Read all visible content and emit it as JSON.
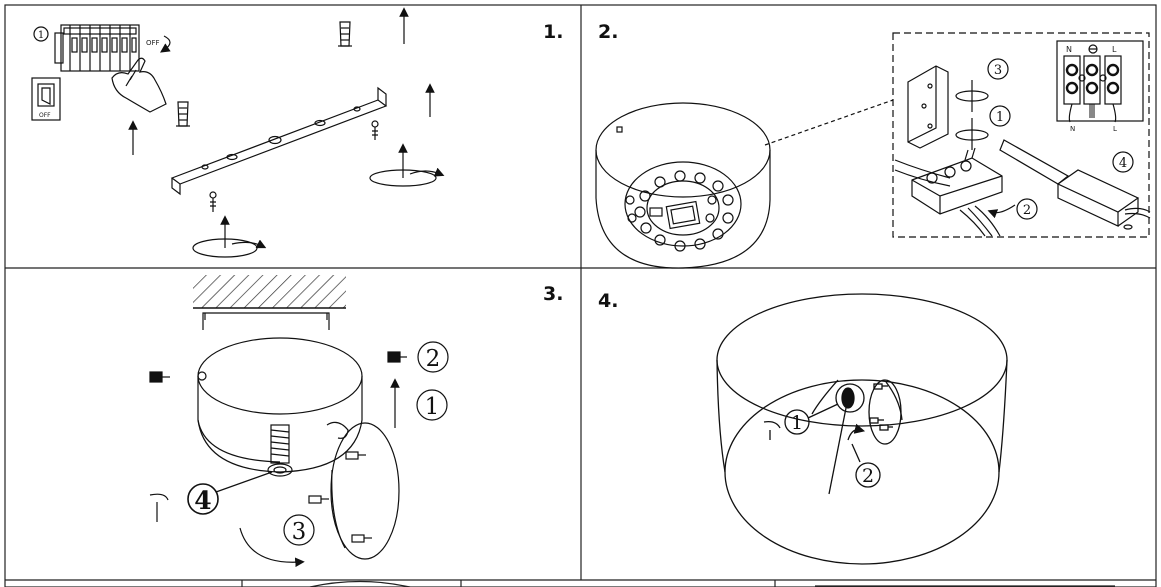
{
  "steps": {
    "step1": "1.",
    "step2": "2.",
    "step3": "3.",
    "step4": "4."
  },
  "panel1": {
    "callout_1": "1",
    "off_label_breaker": "OFF",
    "off_label_switch": "OFF"
  },
  "panel2": {
    "callout_1": "1",
    "callout_2": "2",
    "callout_3": "3",
    "callout_4": "4",
    "terminal_n_top": "N",
    "terminal_l_top": "L",
    "terminal_n_bottom": "N",
    "terminal_l_bottom": "L"
  },
  "panel3": {
    "callout_1": "1",
    "callout_2": "2",
    "callout_3": "3",
    "callout_4": "4"
  },
  "panel4": {
    "callout_1": "1",
    "callout_2": "2"
  }
}
